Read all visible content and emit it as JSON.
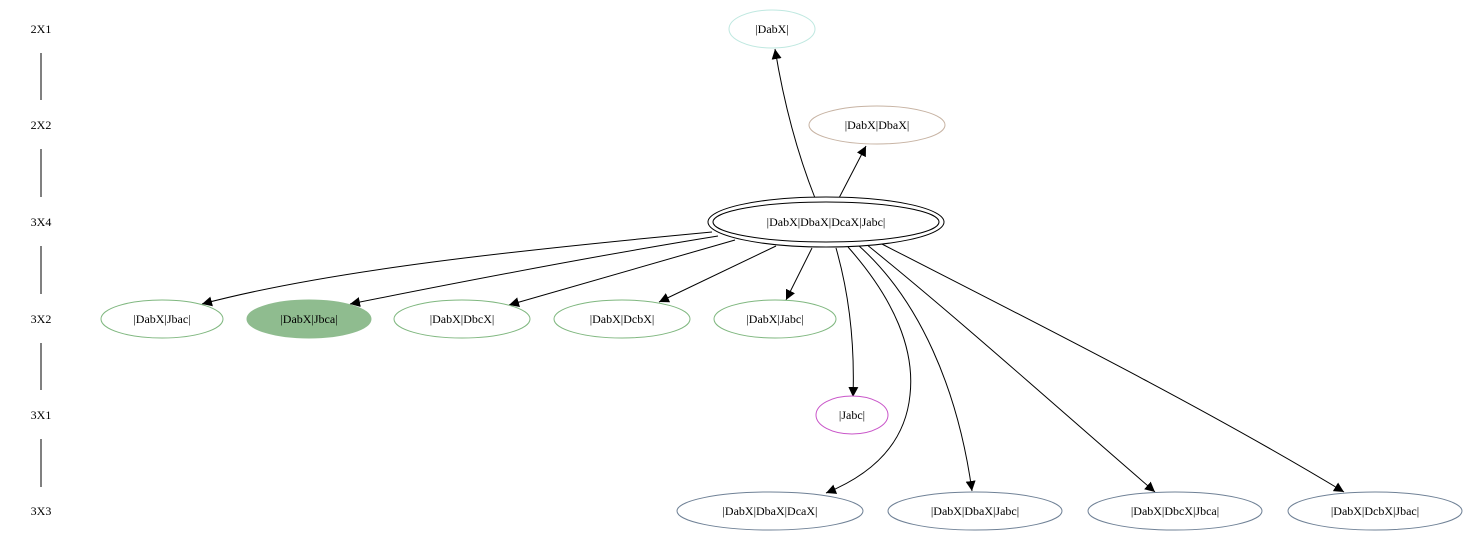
{
  "colors": {
    "ink": "#000000",
    "teal_outline": "#bfe8e0",
    "tan_outline": "#c7b3a3",
    "green_outline": "#7fb77f",
    "green_fill": "#8fbc8f",
    "magenta_outline": "#c956c9",
    "slate_outline": "#6f8196"
  },
  "ranks": [
    "2X1",
    "2X2",
    "3X4",
    "3X2",
    "3X1",
    "3X3"
  ],
  "nodes": {
    "dabx": "|DabX|",
    "dabx_dbax": "|DabX|DbaX|",
    "root": "|DabX|DbaX|DcaX|Jabc|",
    "dabx_jbac": "|DabX|Jbac|",
    "dabx_jbca": "|DabX|Jbca|",
    "dabx_dbcx": "|DabX|DbcX|",
    "dabx_dcbx": "|DabX|DcbX|",
    "dabx_jabc": "|DabX|Jabc|",
    "jabc": "|Jabc|",
    "dabx_dbax_dcax": "|DabX|DbaX|DcaX|",
    "dabx_dbax_jabc": "|DabX|DbaX|Jabc|",
    "dabx_dbcx_jbca": "|DabX|DbcX|Jbca|",
    "dabx_dcbx_jbac": "|DabX|DcbX|Jbac|"
  },
  "edges": [
    {
      "from": "root",
      "to": "dabx"
    },
    {
      "from": "root",
      "to": "dabx_dbax"
    },
    {
      "from": "root",
      "to": "dabx_jbac"
    },
    {
      "from": "root",
      "to": "dabx_jbca"
    },
    {
      "from": "root",
      "to": "dabx_dbcx"
    },
    {
      "from": "root",
      "to": "dabx_dcbx"
    },
    {
      "from": "root",
      "to": "dabx_jabc"
    },
    {
      "from": "root",
      "to": "jabc"
    },
    {
      "from": "root",
      "to": "dabx_dbax_dcax"
    },
    {
      "from": "root",
      "to": "dabx_dbax_jabc"
    },
    {
      "from": "root",
      "to": "dabx_dbcx_jbca"
    },
    {
      "from": "root",
      "to": "dabx_dcbx_jbac"
    }
  ]
}
